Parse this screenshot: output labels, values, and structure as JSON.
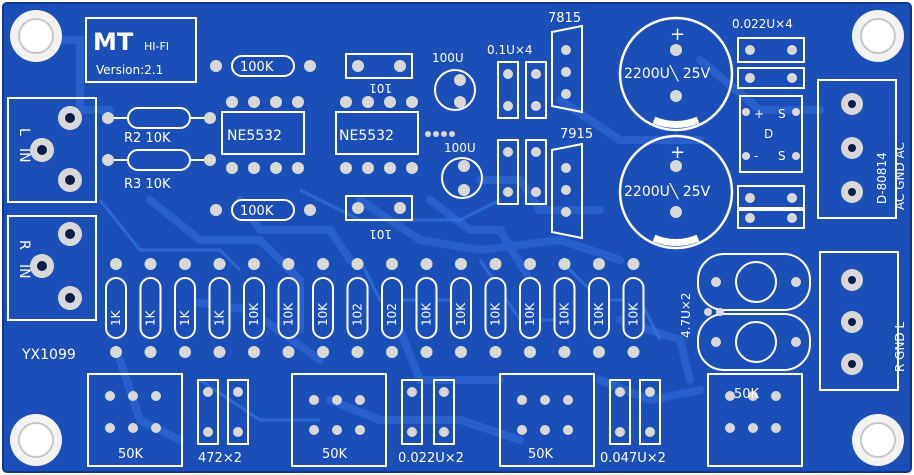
{
  "colors": {
    "board": "#1a4fb8",
    "board_dark": "#123f9e",
    "trace": "#2a62cc",
    "silk": "#ffffff",
    "pad": "#d8d8d8",
    "hole": "#0c1d4a"
  },
  "board": {
    "brand": "MT",
    "brand_suffix": "HI-FI",
    "version": "Version:2.1",
    "model": "YX1099"
  },
  "inputs": {
    "left_l": "L",
    "left_in": "IN",
    "right_r": "R",
    "right_in": "IN"
  },
  "resistors": {
    "r_top": "100K",
    "r_bottom": "100K",
    "r2": "R2 10K",
    "r3": "R3 10K",
    "vertical": [
      "1K",
      "1K",
      "1K",
      "1K",
      "10K",
      "10K",
      "10K",
      "102",
      "102",
      "10K",
      "10K",
      "10K",
      "10K",
      "10K",
      "10K",
      "10K"
    ]
  },
  "chips": {
    "u1": "NE5532",
    "u2": "NE5532"
  },
  "caps": {
    "c101_top": "101",
    "c101_bottom": "101",
    "c100u_top": "100U",
    "c100u_bottom": "100U",
    "c01u": "0.1U×4",
    "c022_top": "0.022U×4",
    "c2200_top": "2200U╲ 25V",
    "c2200_bottom": "2200U╲ 25V",
    "c47": "4.7U×2",
    "c472": "472×2",
    "c022_bottom": "0.022U×2",
    "c047": "0.047U×2"
  },
  "regulators": {
    "r7815": "7815",
    "r7915": "7915"
  },
  "bridge": {
    "d_label": "D",
    "plus": "+",
    "minus": "-",
    "s1": "S",
    "s2": "S"
  },
  "connectors": {
    "ac": "D-80814",
    "ac_pins": "AC  GND  AC",
    "out_pins": "R  GND  L"
  },
  "pots": {
    "p1": "50K",
    "p2": "50K",
    "p3": "50K",
    "p4": "50K"
  }
}
